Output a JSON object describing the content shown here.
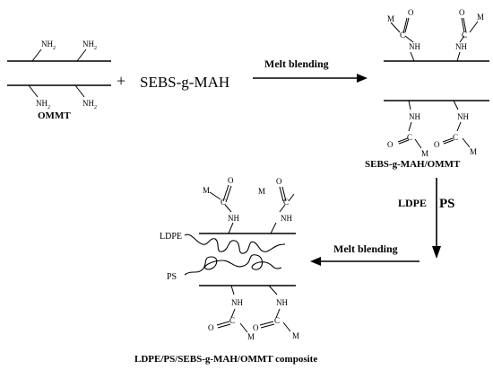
{
  "labels": {
    "ommt": "OMMT",
    "plus": "+",
    "reagent": "SEBS-g-MAH",
    "melt_blending_1": "Melt blending",
    "melt_blending_2": "Melt blending",
    "product_1": "SEBS-g-MAH/OMMT",
    "ldpe_ps_step": "LDPE",
    "ps_step": "PS",
    "ldpe_chain": "LDPE",
    "ps_chain": "PS",
    "composite": "LDPE/PS/SEBS-g-MAH/OMMT composite"
  },
  "atoms": {
    "nh2": "NH",
    "sub2": "2",
    "nh": "NH",
    "c": "C",
    "o": "O",
    "m": "M"
  }
}
